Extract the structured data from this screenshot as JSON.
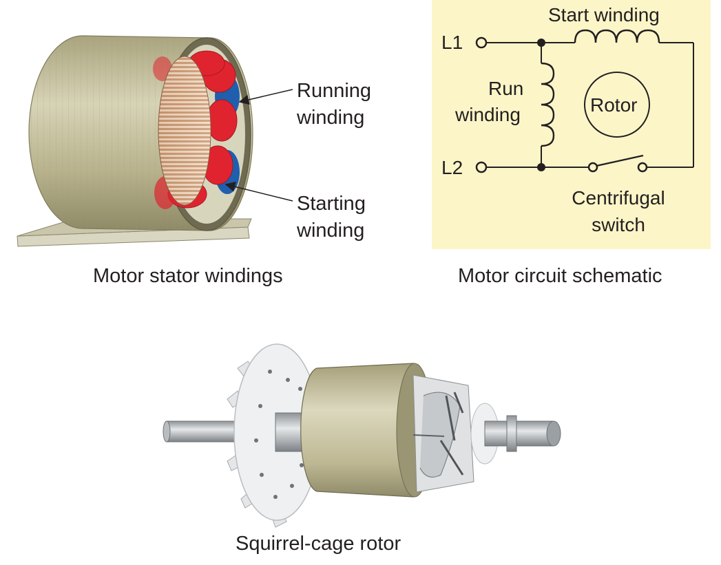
{
  "stator": {
    "running_label": [
      "Running",
      "winding"
    ],
    "starting_label": [
      "Starting",
      "winding"
    ],
    "caption": "Motor stator windings"
  },
  "schematic": {
    "panel_color": "#fcf5c8",
    "l1": "L1",
    "l2": "L2",
    "start_winding": "Start winding",
    "run_winding": [
      "Run",
      "winding"
    ],
    "rotor": "Rotor",
    "switch_label": [
      "Centrifugal",
      "switch"
    ],
    "caption": "Motor circuit schematic"
  },
  "rotor_assembly": {
    "caption": "Squirrel-cage rotor"
  },
  "colors": {
    "stator_shell": "#b9b48a",
    "winding_red": "#e0242f",
    "winding_blue": "#1f5fae",
    "laminations": "#e3c3a6",
    "rotor_core": "#c7c199",
    "shaft": "#a9adb0"
  }
}
